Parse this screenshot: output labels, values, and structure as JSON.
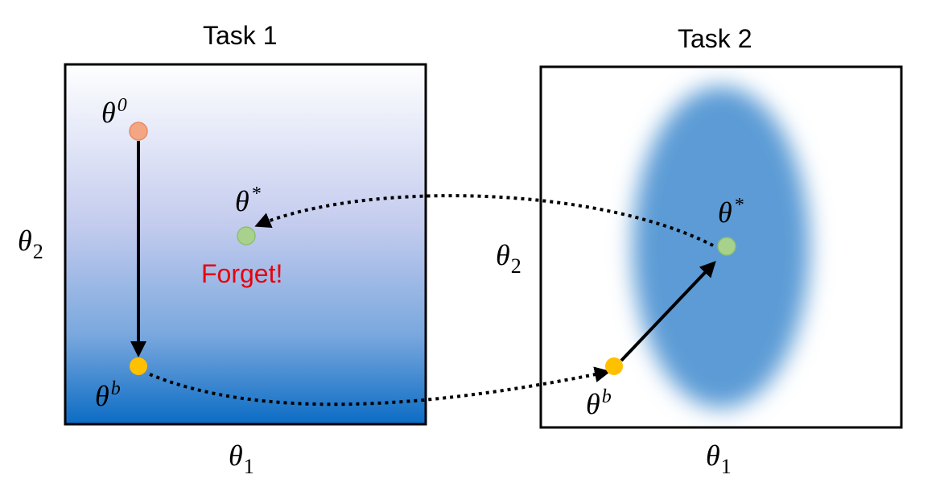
{
  "task1": {
    "title": "Task 1",
    "x_axis": {
      "symbol": "θ",
      "sub": "1"
    },
    "y_axis": {
      "symbol": "θ",
      "sub": "2"
    },
    "points": {
      "theta0": {
        "symbol": "θ",
        "sup": "0"
      },
      "thetastar": {
        "symbol": "θ",
        "sup": "*"
      },
      "thetab": {
        "symbol": "θ",
        "sup": "b"
      }
    },
    "annotation": "Forget!"
  },
  "task2": {
    "title": "Task 2",
    "x_axis": {
      "symbol": "θ",
      "sub": "1"
    },
    "y_axis": {
      "symbol": "θ",
      "sub": "2"
    },
    "points": {
      "thetastar": {
        "symbol": "θ",
        "sup": "*"
      },
      "thetab": {
        "symbol": "θ",
        "sup": "b"
      }
    }
  },
  "colors": {
    "gradient_top": "#ffffff",
    "gradient_bottom": "#0b6cc4",
    "ellipse": "#5b9bd5",
    "point_theta0": "#f4a582",
    "point_thetastar": "#a9d18e",
    "point_thetab": "#ffc000",
    "forget_text": "#e8000b"
  }
}
